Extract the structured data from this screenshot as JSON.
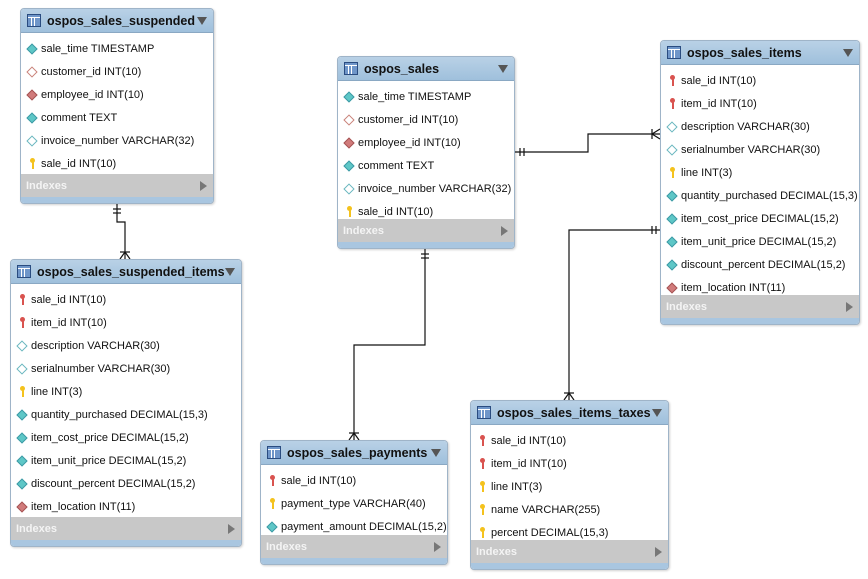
{
  "diagram": {
    "indexes_label": "Indexes",
    "tables": [
      {
        "name": "ospos_sales_suspended",
        "columns": [
          {
            "text": "sale_time TIMESTAMP",
            "icon": "diamond-filled"
          },
          {
            "text": "customer_id INT(10)",
            "icon": "diamond-red-hollow"
          },
          {
            "text": "employee_id INT(10)",
            "icon": "diamond-red"
          },
          {
            "text": "comment TEXT",
            "icon": "diamond-filled"
          },
          {
            "text": "invoice_number VARCHAR(32)",
            "icon": "diamond-hollow"
          },
          {
            "text": "sale_id INT(10)",
            "icon": "key-yellow"
          }
        ]
      },
      {
        "name": "ospos_sales_suspended_items",
        "columns": [
          {
            "text": "sale_id INT(10)",
            "icon": "key-red"
          },
          {
            "text": "item_id INT(10)",
            "icon": "key-red"
          },
          {
            "text": "description VARCHAR(30)",
            "icon": "diamond-hollow"
          },
          {
            "text": "serialnumber VARCHAR(30)",
            "icon": "diamond-hollow"
          },
          {
            "text": "line INT(3)",
            "icon": "key-yellow"
          },
          {
            "text": "quantity_purchased DECIMAL(15,3)",
            "icon": "diamond-filled"
          },
          {
            "text": "item_cost_price DECIMAL(15,2)",
            "icon": "diamond-filled"
          },
          {
            "text": "item_unit_price DECIMAL(15,2)",
            "icon": "diamond-filled"
          },
          {
            "text": "discount_percent DECIMAL(15,2)",
            "icon": "diamond-filled"
          },
          {
            "text": "item_location INT(11)",
            "icon": "diamond-red"
          }
        ]
      },
      {
        "name": "ospos_sales",
        "columns": [
          {
            "text": "sale_time TIMESTAMP",
            "icon": "diamond-filled"
          },
          {
            "text": "customer_id INT(10)",
            "icon": "diamond-red-hollow"
          },
          {
            "text": "employee_id INT(10)",
            "icon": "diamond-red"
          },
          {
            "text": "comment TEXT",
            "icon": "diamond-filled"
          },
          {
            "text": "invoice_number VARCHAR(32)",
            "icon": "diamond-hollow"
          },
          {
            "text": "sale_id INT(10)",
            "icon": "key-yellow"
          }
        ]
      },
      {
        "name": "ospos_sales_payments",
        "columns": [
          {
            "text": "sale_id INT(10)",
            "icon": "key-red"
          },
          {
            "text": "payment_type VARCHAR(40)",
            "icon": "key-yellow"
          },
          {
            "text": "payment_amount DECIMAL(15,2)",
            "icon": "diamond-filled"
          }
        ]
      },
      {
        "name": "ospos_sales_items",
        "columns": [
          {
            "text": "sale_id INT(10)",
            "icon": "key-red"
          },
          {
            "text": "item_id INT(10)",
            "icon": "key-red"
          },
          {
            "text": "description VARCHAR(30)",
            "icon": "diamond-hollow"
          },
          {
            "text": "serialnumber VARCHAR(30)",
            "icon": "diamond-hollow"
          },
          {
            "text": "line INT(3)",
            "icon": "key-yellow"
          },
          {
            "text": "quantity_purchased DECIMAL(15,3)",
            "icon": "diamond-filled"
          },
          {
            "text": "item_cost_price DECIMAL(15,2)",
            "icon": "diamond-filled"
          },
          {
            "text": "item_unit_price DECIMAL(15,2)",
            "icon": "diamond-filled"
          },
          {
            "text": "discount_percent DECIMAL(15,2)",
            "icon": "diamond-filled"
          },
          {
            "text": "item_location INT(11)",
            "icon": "diamond-red"
          }
        ]
      },
      {
        "name": "ospos_sales_items_taxes",
        "columns": [
          {
            "text": "sale_id INT(10)",
            "icon": "key-red"
          },
          {
            "text": "item_id INT(10)",
            "icon": "key-red"
          },
          {
            "text": "line INT(3)",
            "icon": "key-yellow"
          },
          {
            "text": "name VARCHAR(255)",
            "icon": "key-yellow"
          },
          {
            "text": "percent DECIMAL(15,3)",
            "icon": "key-yellow"
          }
        ]
      }
    ],
    "relationships": [
      {
        "from": "ospos_sales_suspended",
        "to": "ospos_sales_suspended_items",
        "cardinality": "one-to-many"
      },
      {
        "from": "ospos_sales",
        "to": "ospos_sales_payments",
        "cardinality": "one-to-many"
      },
      {
        "from": "ospos_sales",
        "to": "ospos_sales_items",
        "cardinality": "one-to-many"
      },
      {
        "from": "ospos_sales_items",
        "to": "ospos_sales_items_taxes",
        "cardinality": "one-to-many"
      }
    ]
  }
}
